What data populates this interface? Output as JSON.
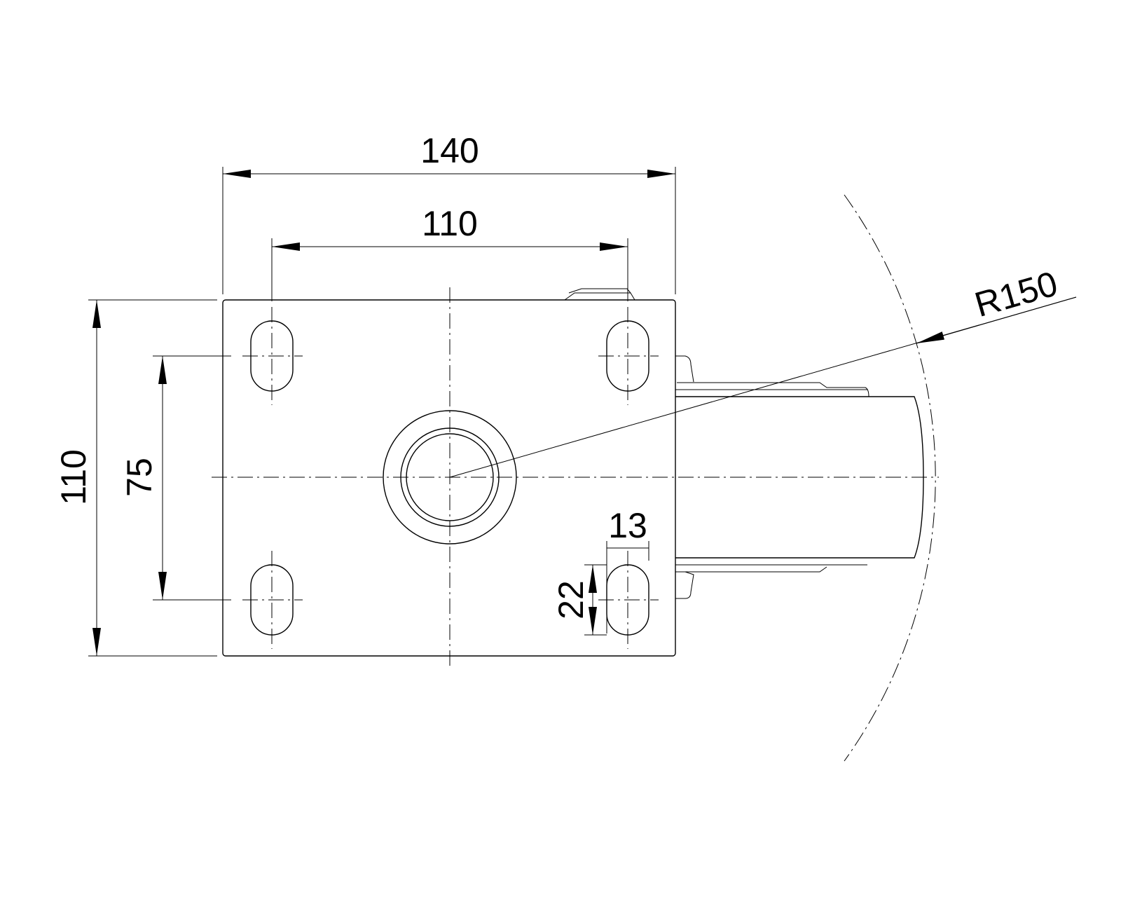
{
  "drawing": {
    "dimensions": {
      "overall_width": "140",
      "hole_spacing_width": "110",
      "overall_height": "110",
      "hole_spacing_height": "75",
      "slot_width": "13",
      "slot_length": "22",
      "swivel_radius": "R150"
    }
  }
}
